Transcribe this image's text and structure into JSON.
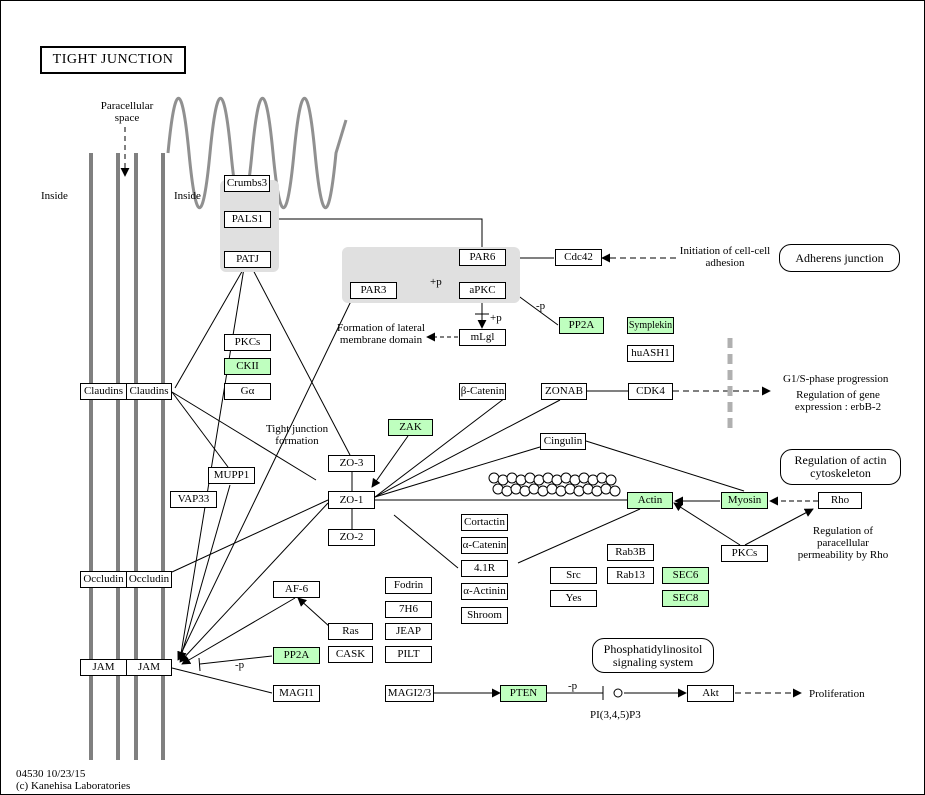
{
  "title": "TIGHT JUNCTION",
  "nodes": {
    "crumbs3": "Crumbs3",
    "pals1": "PALS1",
    "patj": "PATJ",
    "pkcs1": "PKCs",
    "ckii": "CKII",
    "galpha": "Gα",
    "claudins_l": "Claudins",
    "claudins_r": "Claudins",
    "mupp1": "MUPP1",
    "vap33": "VAP33",
    "occludin_l": "Occludin",
    "occludin_r": "Occludin",
    "jam_l": "JAM",
    "jam_r": "JAM",
    "par6": "PAR6",
    "cdc42": "Cdc42",
    "par3": "PAR3",
    "apkc": "aPKC",
    "mlgl": "mLgl",
    "pp2a_top": "PP2A",
    "symplekin": "Symplekin",
    "huash1": "huASH1",
    "b_catenin": "β-Catenin",
    "zonab": "ZONAB",
    "cdk4": "CDK4",
    "zak": "ZAK",
    "zo3": "ZO-3",
    "zo1": "ZO-1",
    "zo2": "ZO-2",
    "cingulin": "Cingulin",
    "actin": "Actin",
    "myosin": "Myosin",
    "rho": "Rho",
    "pkcs2": "PKCs",
    "cortactin": "Cortactin",
    "a_catenin": "α-Catenin",
    "r41": "4.1R",
    "a_actinin": "α-Actinin",
    "shroom": "Shroom",
    "rab3b": "Rab3B",
    "rab13": "Rab13",
    "src": "Src",
    "yes": "Yes",
    "sec6": "SEC6",
    "sec8": "SEC8",
    "fodrin": "Fodrin",
    "h7h6": "7H6",
    "jeap": "JEAP",
    "pilt": "PILT",
    "ras": "Ras",
    "cask": "CASK",
    "af6": "AF-6",
    "pp2a_bottom": "PP2A",
    "magi1": "MAGI1",
    "magi23": "MAGI2/3",
    "pten": "PTEN",
    "akt": "Akt"
  },
  "pathways": {
    "adherens": "Adherens junction",
    "actin_cyto": "Regulation of actin cytoskeleton",
    "pi_signaling": "Phosphatidylinositol signaling system"
  },
  "labels": {
    "paracellular": "Paracellular space",
    "inside_left": "Inside",
    "inside_right": "Inside",
    "init_adhesion": "Initiation of cell-cell adhesion",
    "formation_membrane": "Formation of lateral membrane domain",
    "g1s": "G1/S-phase progression",
    "reg_gene": "Regulation of gene expression : erbB-2",
    "tj_formation": "Tight junction formation",
    "reg_permeability": "Regulation of paracellular permeability by Rho",
    "proliferation": "Proliferation",
    "pip3": "PI(3,4,5)P3",
    "plus_p_apkc": "+p",
    "plus_p_mlgl": "+p",
    "minus_p_pp2a": "-p",
    "minus_p_pp2a_bottom": "-p",
    "minus_p_pten": "-p"
  },
  "footer": {
    "map_id": "04530 10/23/15",
    "copyright": "(c) Kanehisa Laboratories"
  },
  "colors": {
    "gene_highlight": "#bfffbf",
    "complex_shade": "#e0e0e0",
    "membrane": "#808080",
    "line": "#000000"
  }
}
